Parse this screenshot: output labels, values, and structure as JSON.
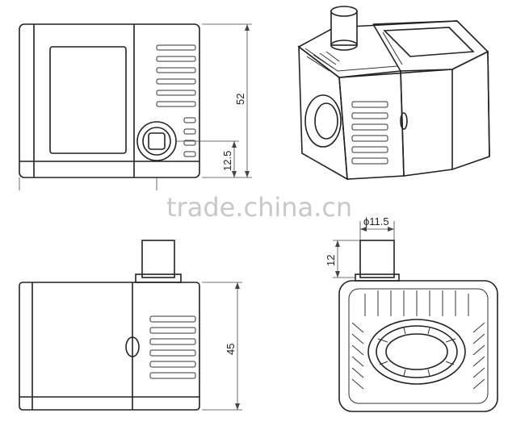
{
  "watermark": "trade.china.cn",
  "dimensions": {
    "front_height": "52",
    "outlet_height": "12.5",
    "side_height": "45",
    "outlet_length": "12",
    "outlet_diameter": "ϕ11.5"
  },
  "colors": {
    "line": "#222222",
    "watermark": "#c8c8c8",
    "background": "#ffffff"
  }
}
